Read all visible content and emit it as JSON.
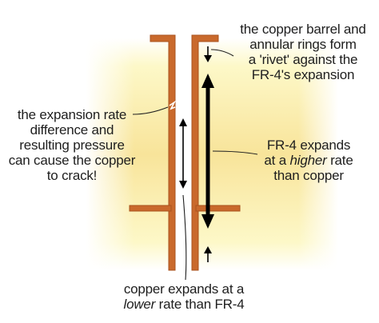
{
  "colors": {
    "laminate_light": "#fdf8c8",
    "laminate_dark": "#f7df8a",
    "copper": "#c9692c",
    "copper_edge": "#a9521e",
    "arrow": "#000000",
    "text": "#1e1e1e"
  },
  "annotations": {
    "rivet": {
      "line1": "the copper barrel and",
      "line2": "annular rings form",
      "line3": "a 'rivet' against the",
      "line4": "FR-4's expansion"
    },
    "crack": {
      "line1": "the expansion rate",
      "line2": "difference and",
      "line3": "resulting pressure",
      "line4": "can cause the copper",
      "line5": "to crack!"
    },
    "fr4": {
      "line1": "FR-4 expands",
      "line2_prefix": "at a ",
      "line2_emph": "higher",
      "line2_suffix": " rate",
      "line3": "than copper"
    },
    "copper": {
      "line1": "copper expands at a",
      "line2_emph": "lower",
      "line2_suffix": " rate than FR-4"
    }
  }
}
